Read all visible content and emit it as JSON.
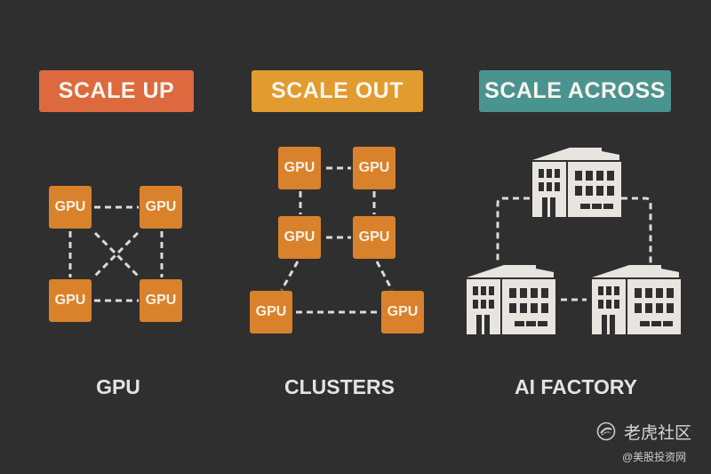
{
  "colors": {
    "background": "#2f2f30",
    "scale_up": "#dc6a3e",
    "scale_out": "#e19b2f",
    "scale_across": "#4a9490",
    "gpu_box": "#d9822b",
    "connector": "#dcdad6",
    "building": "#e8e4df"
  },
  "columns": [
    {
      "badge": "SCALE UP",
      "caption": "GPU"
    },
    {
      "badge": "SCALE OUT",
      "caption": "CLUSTERS"
    },
    {
      "badge": "SCALE ACROSS",
      "caption": "AI FACTORY"
    }
  ],
  "gpu_label": "GPU",
  "scale_up_gpus": [
    "GPU",
    "GPU",
    "GPU",
    "GPU"
  ],
  "scale_out_gpus": [
    "GPU",
    "GPU",
    "GPU",
    "GPU",
    "GPU",
    "GPU"
  ],
  "watermark": {
    "title": "老虎社区",
    "subtitle": "@美股投资网"
  }
}
